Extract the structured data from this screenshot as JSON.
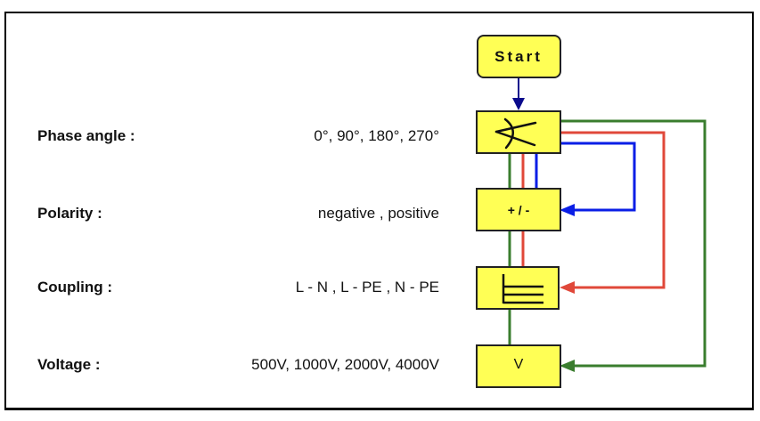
{
  "parameters": [
    {
      "label": "Phase angle :",
      "values": "0°, 90°, 180°, 270°"
    },
    {
      "label": "Polarity :",
      "values": "negative , positive"
    },
    {
      "label": "Coupling :",
      "values": "L - N , L - PE , N - PE"
    },
    {
      "label": "Voltage :",
      "values": "500V,  1000V,  2000V, 4000V"
    }
  ],
  "flow": {
    "start_label": "Start",
    "polarity_box_label": "+ / -",
    "voltage_box_label": "V",
    "phase_box_icon": "phase-angle-icon",
    "coupling_box_icon": "coupling-icon"
  },
  "colors": {
    "box_fill": "#ffff55",
    "blue_loop": "#0a1ee6",
    "red_loop": "#e0483a",
    "green_loop": "#3a7d2e",
    "start_arrow": "#0a0a8c"
  }
}
